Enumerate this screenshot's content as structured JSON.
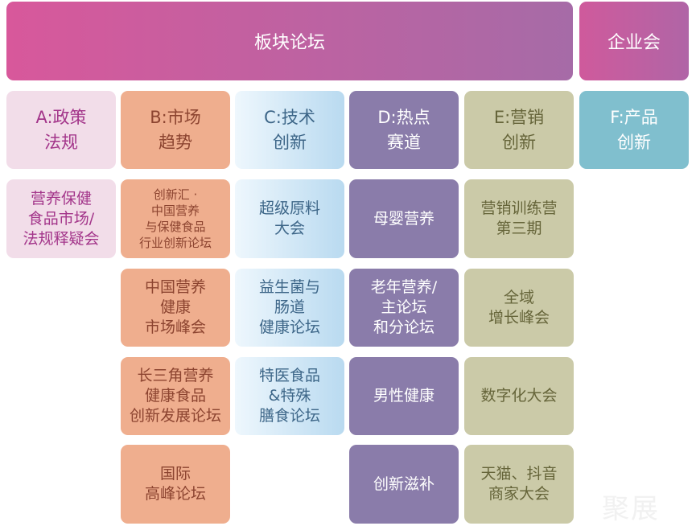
{
  "header": {
    "main": "板块论坛",
    "side": "企业会"
  },
  "columns": [
    {
      "key": "A",
      "title": "A:政策\n法规",
      "items": [
        "营养保健\n食品市场/\n法规释疑会"
      ]
    },
    {
      "key": "B",
      "title": "B:市场\n趋势",
      "items": [
        "创新汇 ·\n中国营养\n与保健食品\n行业创新论坛",
        "中国营养\n健康\n市场峰会",
        "长三角营养\n健康食品\n创新发展论坛",
        "国际\n高峰论坛"
      ]
    },
    {
      "key": "C",
      "title": "C:技术\n创新",
      "items": [
        "超级原料\n大会",
        "益生菌与\n肠道\n健康论坛",
        "特医食品\n&特殊\n膳食论坛"
      ]
    },
    {
      "key": "D",
      "title": "D:热点\n赛道",
      "items": [
        "母婴营养",
        "老年营养/\n主论坛\n和分论坛",
        "男性健康",
        "创新滋补"
      ]
    },
    {
      "key": "E",
      "title": "E:营销\n创新",
      "items": [
        "营销训练营\n第三期",
        "全域\n增长峰会",
        "数字化大会",
        "天猫、抖音\n商家大会"
      ]
    },
    {
      "key": "F",
      "title": "F:产品\n创新",
      "items": []
    }
  ],
  "watermark": "聚展",
  "colors": {
    "header_start": "#d8589b",
    "header_end": "#a66ba7",
    "side_header": "#c25f9f"
  }
}
